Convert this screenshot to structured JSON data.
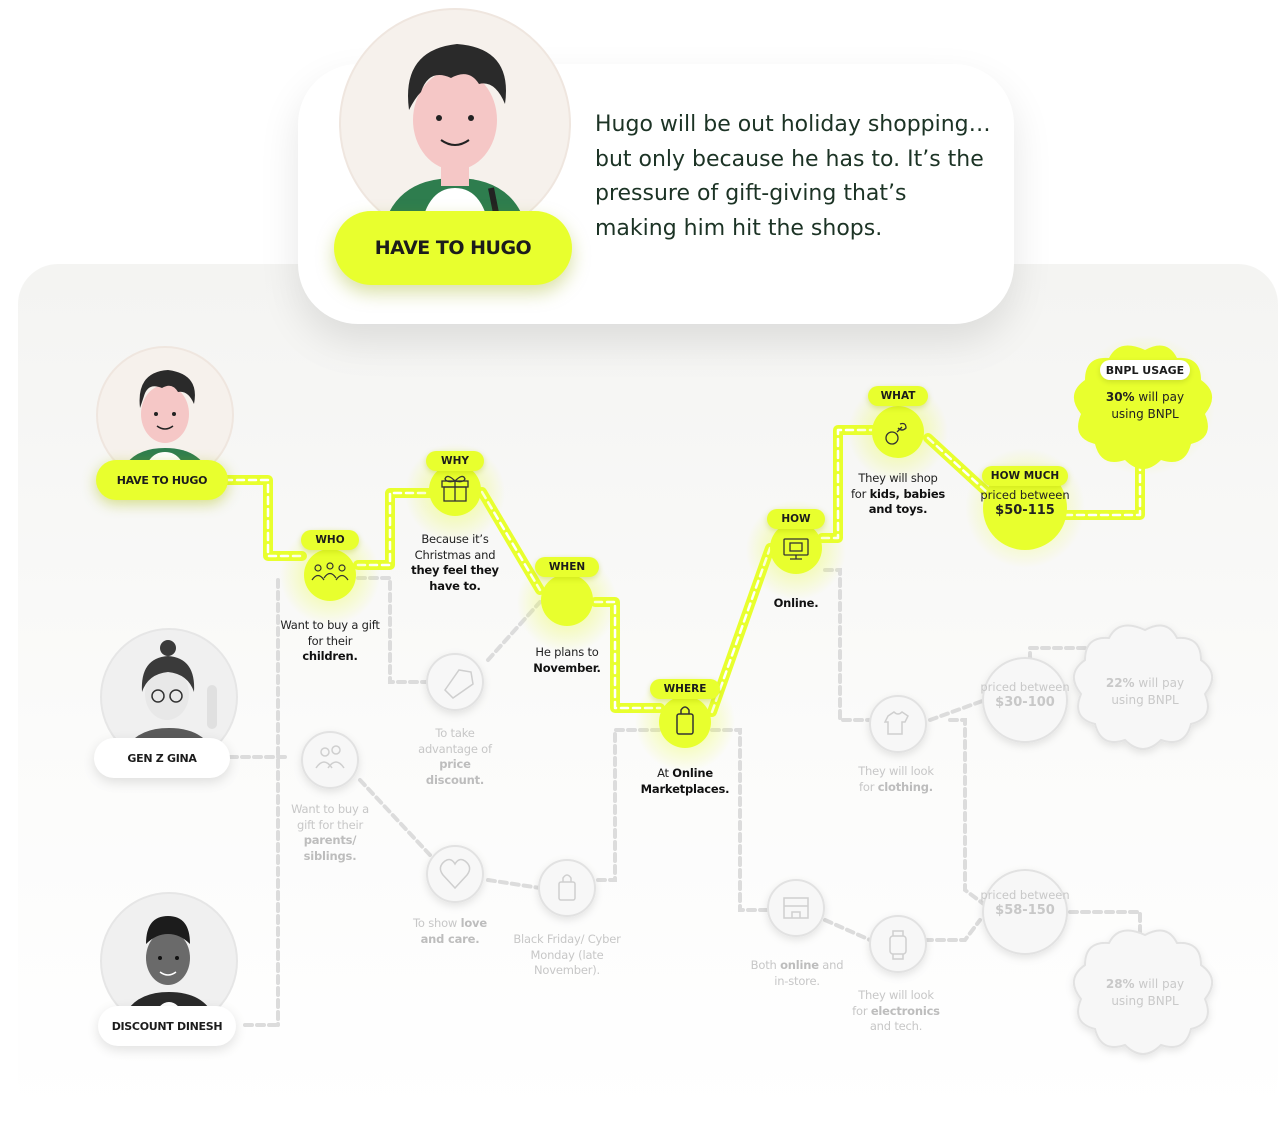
{
  "hero": {
    "name": "HAVE TO HUGO",
    "description": "Hugo will be out holiday shopping… but only because he has to. It’s the pressure of gift-giving that’s making him hit the shops."
  },
  "personas": [
    {
      "name": "HAVE TO HUGO",
      "active": true
    },
    {
      "name": "GEN Z GINA",
      "active": false
    },
    {
      "name": "DISCOUNT DINESH",
      "active": false
    }
  ],
  "steps": {
    "who": {
      "tag": "WHO",
      "pre": "Want to buy a gift for their ",
      "bold": "children."
    },
    "why": {
      "tag": "WHY",
      "pre": "Because it’s Christmas and ",
      "bold": "they feel they have to."
    },
    "when": {
      "tag": "WHEN",
      "pre": "He plans to ",
      "bold": "November."
    },
    "where": {
      "tag": "WHERE",
      "pre": "At ",
      "bold": "Online Marketplaces."
    },
    "how": {
      "tag": "HOW",
      "bold": "Online."
    },
    "what": {
      "tag": "WHAT",
      "pre": "They will shop for ",
      "bold": "kids, babies and toys."
    },
    "how_much": {
      "tag": "HOW MUCH",
      "pre": "priced between",
      "bold": "$50-115"
    },
    "bnpl": {
      "tag": "BNPL USAGE",
      "bold": "30%",
      "post": " will pay using BNPL"
    }
  },
  "muted_steps": {
    "why_price": {
      "pre": "To take advantage of ",
      "bold": "price discount."
    },
    "who_parents": {
      "pre": "Want to buy a gift for their ",
      "bold": "parents/ siblings."
    },
    "why_love": {
      "pre": "To show ",
      "bold": "love and care."
    },
    "when_bf": {
      "text": "Black Friday/ Cyber Monday (late November)."
    },
    "how_both": {
      "pre": "Both ",
      "bold": "online",
      "post": " and in-store."
    },
    "what_clothing": {
      "pre": "They will look for ",
      "bold": "clothing."
    },
    "what_electronics": {
      "pre": "They will look for ",
      "bold": "electronics",
      "post": " and tech."
    },
    "price_30": {
      "pre": "priced between",
      "bold": "$30-100"
    },
    "price_58": {
      "pre": "priced between",
      "bold": "$58-150"
    },
    "bnpl_22": {
      "bold": "22%",
      "post": " will pay using BNPL"
    },
    "bnpl_28": {
      "bold": "28%",
      "post": " will pay using BNPL"
    }
  },
  "colors": {
    "accent": "#e8ff2e",
    "muted_line": "#d9d9d9",
    "text_dark": "#1c3325"
  },
  "icons": [
    "people-icon",
    "gift-icon",
    "clock-icon",
    "shopping-bag-icon",
    "monitor-icon",
    "pacifier-icon",
    "price-tag-icon",
    "heart-icon",
    "store-icon",
    "tshirt-icon",
    "smartwatch-icon"
  ]
}
